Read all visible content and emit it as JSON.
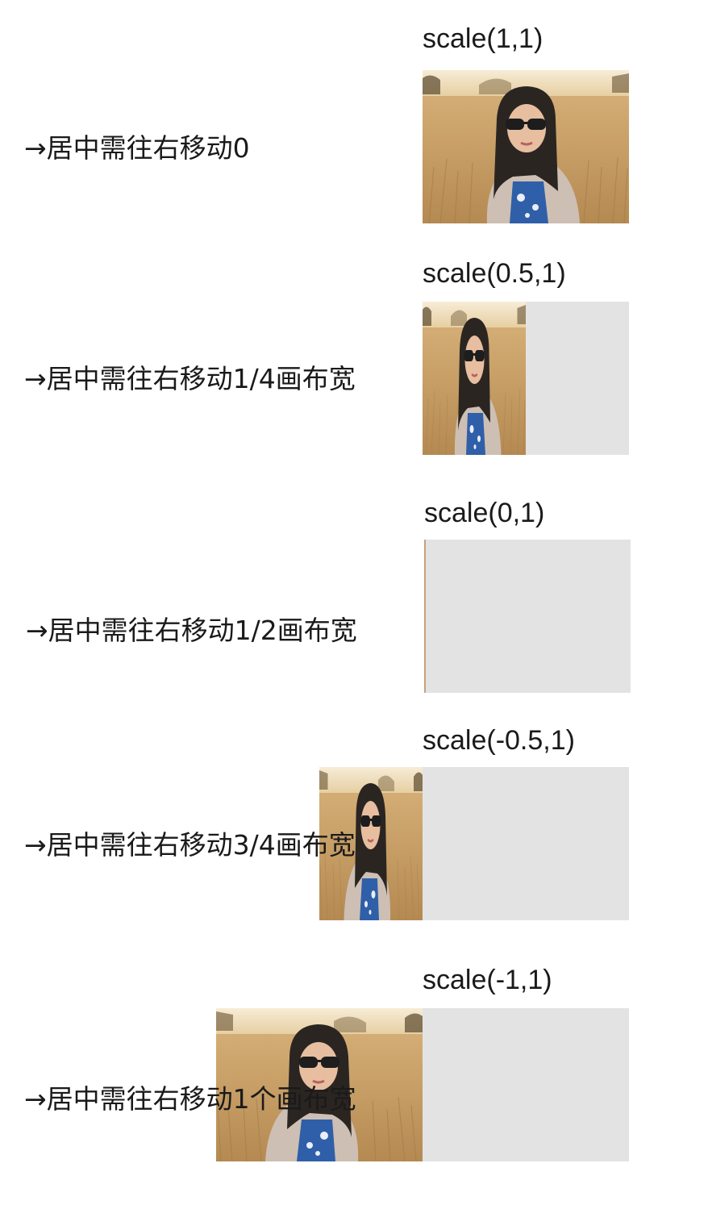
{
  "rows": [
    {
      "scale_label": "scale(1,1)",
      "description": "→居中需往右移动0",
      "scale_x": 1
    },
    {
      "scale_label": "scale(0.5,1)",
      "description": "→居中需往右移动1/4画布宽",
      "scale_x": 0.5
    },
    {
      "scale_label": "scale(0,1)",
      "description": "→居中需往右移动1/2画布宽",
      "scale_x": 0
    },
    {
      "scale_label": "scale(-0.5,1)",
      "description": "→居中需往右移动3/4画布宽",
      "scale_x": -0.5
    },
    {
      "scale_label": "scale(-1,1)",
      "description": "→居中需往右移动1个画布宽",
      "scale_x": -1
    }
  ],
  "colors": {
    "canvas": "#e3e3e3",
    "text": "#1a1a1a"
  }
}
